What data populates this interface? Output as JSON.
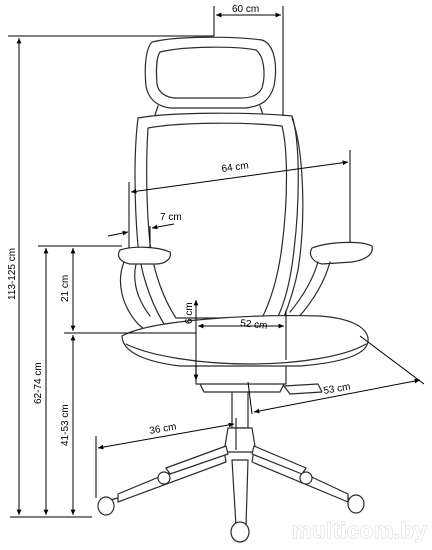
{
  "dimensions": {
    "width_top": "60 cm",
    "seat_width": "64 cm",
    "armrest_width": "7 cm",
    "total_height": "113-125 cm",
    "armrest_height": "62-74 cm",
    "armrest_to_seat": "21 cm",
    "seat_thickness": "6 cm",
    "seat_depth": "52 cm",
    "seat_height": "41-53 cm",
    "overall_depth": "53 cm",
    "base_radius": "36 cm"
  },
  "watermark": "multicom.by",
  "colors": {
    "line": "#000000",
    "outline": "#2b2b2b",
    "chair_fill": "#ffffff"
  }
}
